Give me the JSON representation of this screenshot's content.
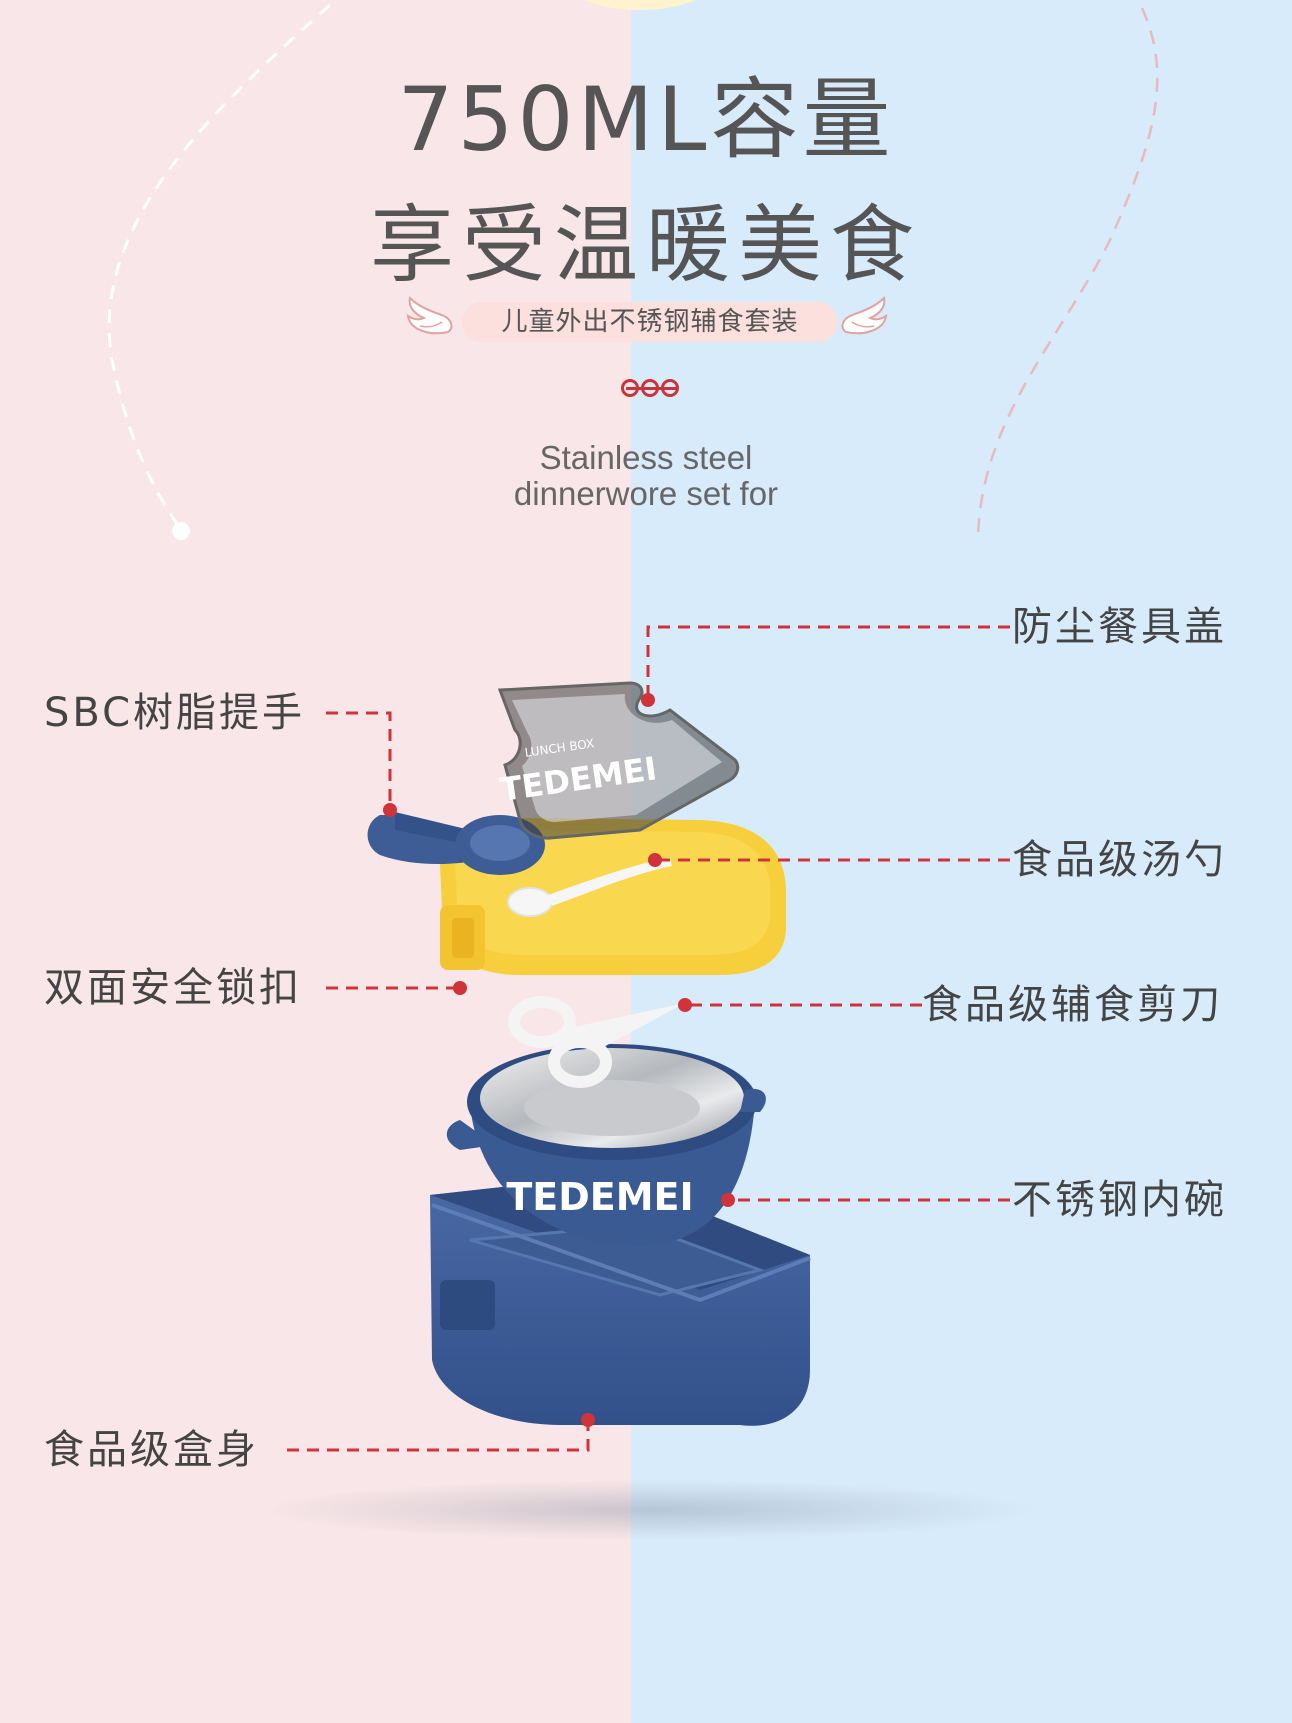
{
  "heading": {
    "line1": "750ML容量",
    "line2": "享受温暖美食"
  },
  "tagline": "儿童外出不锈钢辅食套装",
  "subtitle": {
    "line1": "Stainless steel",
    "line2": "dinnerwore set for"
  },
  "product_print": "TEDEMEI",
  "lid_print": "LUNCH BOX",
  "callouts": {
    "dust_lid": "防尘餐具盖",
    "handle": "SBC树脂提手",
    "spoon": "食品级汤勺",
    "lock": "双面安全锁扣",
    "scissors": "食品级辅食剪刀",
    "inner_bowl": "不锈钢内碗",
    "box_body": "食品级盒身"
  },
  "colors": {
    "bg_left": "#f8e6e8",
    "bg_right": "#d7ebfa",
    "accent_red": "#d0343a",
    "lid_yellow": "#f7cf3c",
    "body_blue": "#3c5d96",
    "text": "#444444"
  },
  "icons": [
    "wing-left-icon",
    "wing-right-icon",
    "brand-logo-icon"
  ]
}
